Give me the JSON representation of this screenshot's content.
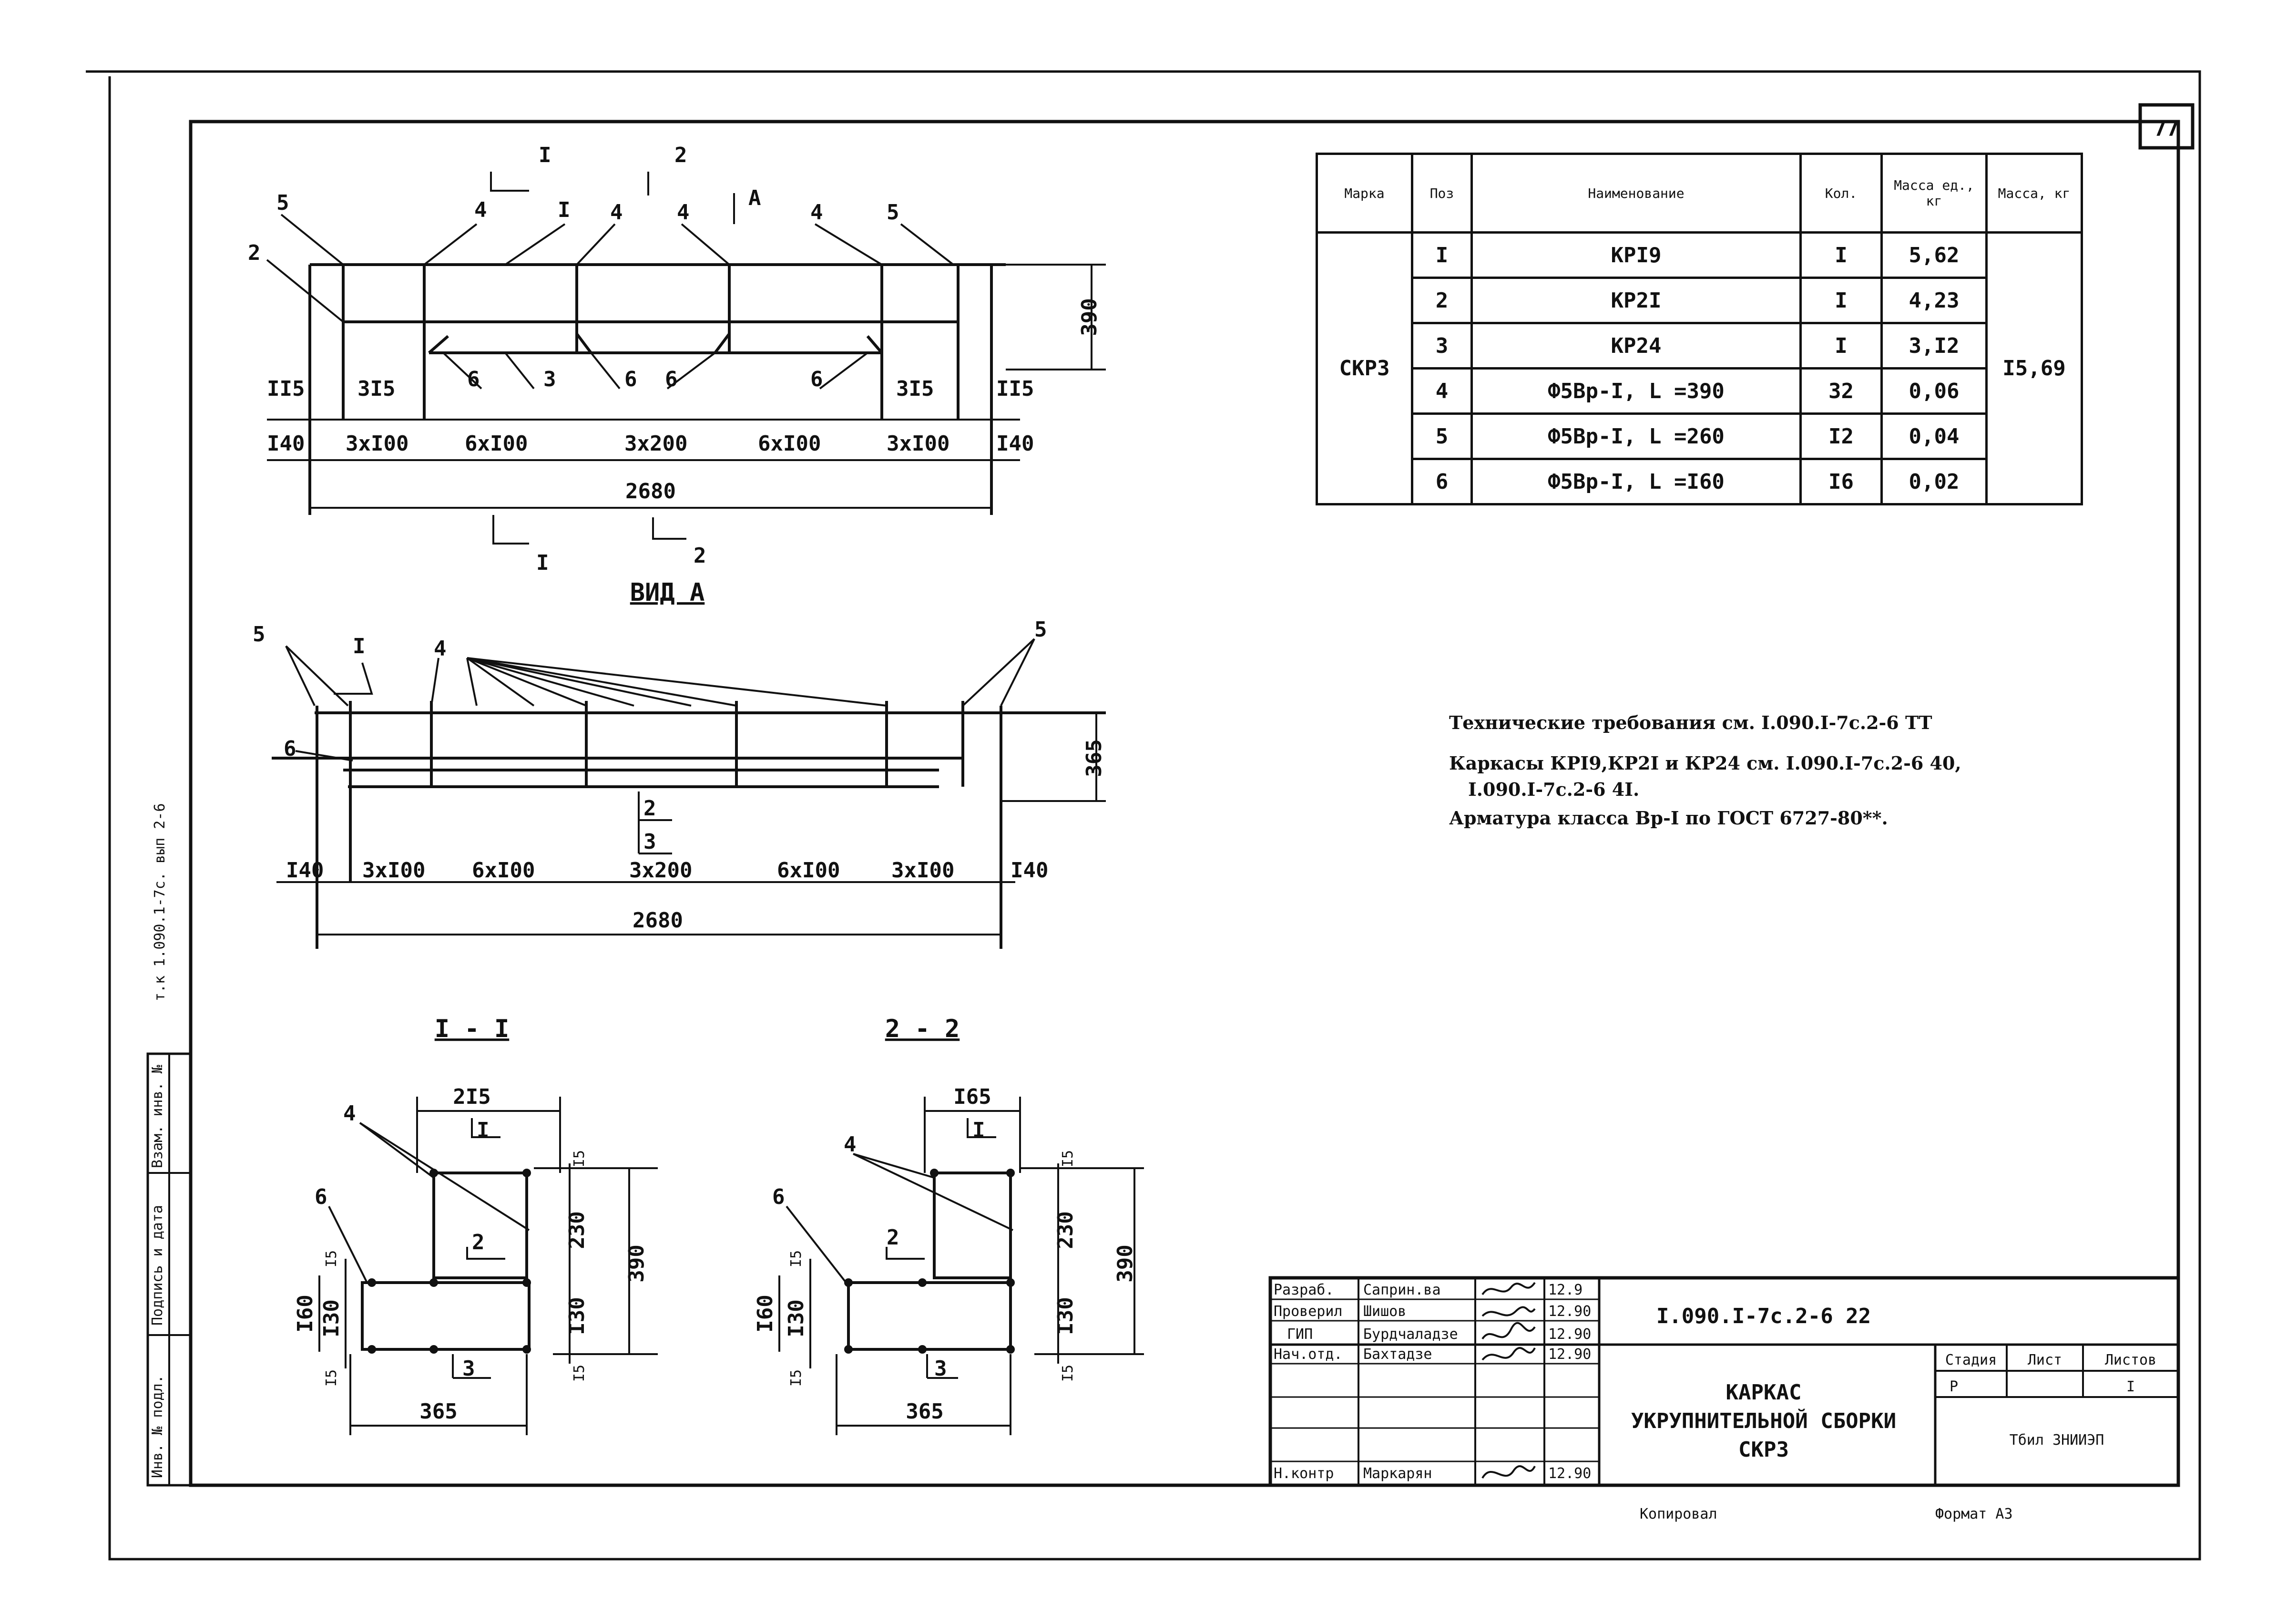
{
  "sheet": {
    "page_number": "77",
    "side_stamp": "т.к 1.090.1-7с. вып 2-6",
    "left_strip": [
      "Инв. № подл.",
      "Подпись и дата",
      "Взам. инв. №"
    ]
  },
  "views": {
    "top": {
      "section_marks": [
        "I",
        "2",
        "A",
        "I",
        "2"
      ],
      "pos_callouts": [
        "5",
        "4",
        "I",
        "4",
        "4",
        "4",
        "5",
        "2",
        "6",
        "3",
        "6",
        "6",
        "6"
      ],
      "dims_upper": [
        "II5",
        "3I5",
        "3I5",
        "II5"
      ],
      "dims_lower": [
        "I40",
        "3xI00",
        "6xI00",
        "3x200",
        "6xI00",
        "3xI00",
        "I40"
      ],
      "total": "2680",
      "height": "390"
    },
    "vid_a": {
      "title": "ВИД А",
      "callouts": [
        "5",
        "I",
        "4",
        "5",
        "6",
        "2",
        "3"
      ],
      "dims": [
        "I40",
        "3xI00",
        "6xI00",
        "3x200",
        "6xI00",
        "3xI00",
        "I40"
      ],
      "total": "2680",
      "height": "365"
    },
    "section_1": {
      "title": "I - I",
      "top": "2I5",
      "callouts": [
        "I",
        "4",
        "6",
        "2",
        "3"
      ],
      "dims_right": [
        "I5",
        "230",
        "I30",
        "I5"
      ],
      "total_right": "390",
      "dims_left": [
        "I5",
        "I30",
        "I5"
      ],
      "left_total": "I60",
      "bottom": "365"
    },
    "section_2": {
      "title": "2 - 2",
      "top": "I65",
      "callouts": [
        "I",
        "4",
        "6",
        "2",
        "3"
      ],
      "dims_right": [
        "I5",
        "230",
        "I30",
        "I5"
      ],
      "total_right": "390",
      "dims_left": [
        "I5",
        "I30",
        "I5"
      ],
      "left_total": "I60",
      "bottom": "365"
    }
  },
  "spec_table": {
    "headers": [
      "Марка",
      "Поз",
      "Наименование",
      "Кол.",
      "Масса ед., кг",
      "Масса, кг"
    ],
    "mark": "СКР3",
    "total_mass": "I5,69",
    "rows": [
      {
        "pos": "I",
        "name": "КРI9",
        "qty": "I",
        "mass": "5,62"
      },
      {
        "pos": "2",
        "name": "КР2I",
        "qty": "I",
        "mass": "4,23"
      },
      {
        "pos": "3",
        "name": "КР24",
        "qty": "I",
        "mass": "3,I2"
      },
      {
        "pos": "4",
        "name": "Ф5Вр-I, L =390",
        "qty": "32",
        "mass": "0,06"
      },
      {
        "pos": "5",
        "name": "Ф5Вр-I, L =260",
        "qty": "I2",
        "mass": "0,04"
      },
      {
        "pos": "6",
        "name": "Ф5Вр-I, L =I60",
        "qty": "I6",
        "mass": "0,02"
      }
    ]
  },
  "notes": [
    "Технические требования см. I.090.I-7с.2-6 ТТ",
    "Каркасы КРI9,КР2I и КР24 см. I.090.I-7с.2-6 40,",
    "I.090.I-7с.2-6 4I.",
    "Арматура класса Вр-I по ГОСТ 6727-80**."
  ],
  "title_block": {
    "doc_code": "I.090.I-7с.2-6 22",
    "roles": [
      "Разраб.",
      "Проверил",
      "ГИП",
      "Нач.отд.",
      "",
      "",
      "Н.контр"
    ],
    "names": [
      "Саприн.ва",
      "Шишов",
      "Бурдчаладзе",
      "Бахтадзе",
      "",
      "",
      "Маркарян"
    ],
    "dates": [
      "12.9",
      "12.90",
      "12.90",
      "12.90",
      "",
      "",
      "12.90"
    ],
    "title_lines": [
      "КАРКАС",
      "УКРУПНИТЕЛЬНОЙ СБОРКИ",
      "СКР3"
    ],
    "stage_header": "Стадия",
    "sheet_header": "Лист",
    "sheets_header": "Листов",
    "stage": "Р",
    "sheet": "",
    "sheets": "I",
    "org": "Тбил ЗНИИЭП"
  },
  "footer": {
    "copied": "Копировал",
    "format": "Формат А3"
  }
}
